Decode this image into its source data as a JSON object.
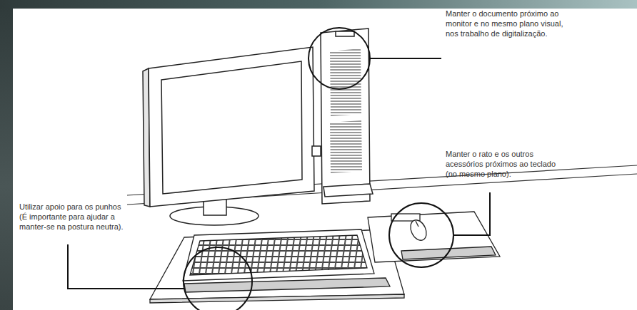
{
  "diagram": {
    "labels": [
      "Manter o documento próximo ao monitor e no mesmo plano visual, nos trabalho de digitalização.",
      "Manter o rato e os outros acessórios próximos ao teclado (no mesmo plano).",
      "Utilizar apoio para os punhos (É importante para ajudar a manter-se na postura neutra)."
    ]
  }
}
